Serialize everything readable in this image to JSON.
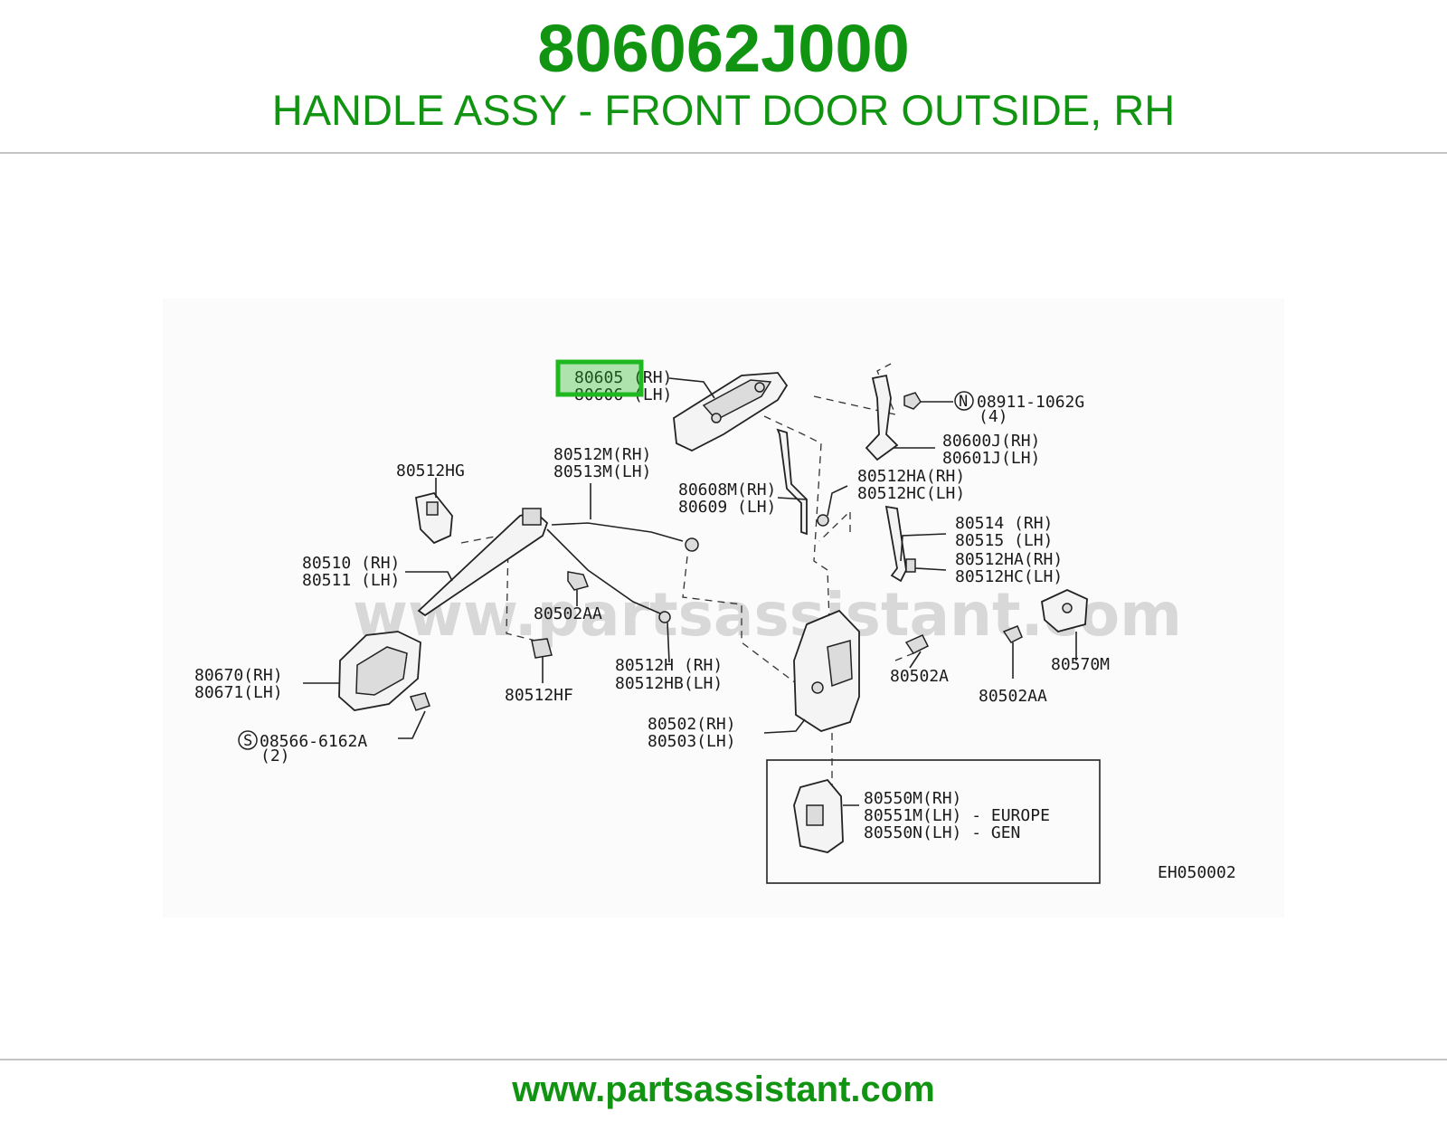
{
  "header": {
    "part_number": "806062J000",
    "description": "HANDLE ASSY - FRONT DOOR OUTSIDE, RH"
  },
  "diagram": {
    "watermark": "www.partsassistant.com",
    "code": "EH050002",
    "highlight_color": "#1fb81f",
    "labels": {
      "l80605": "80605 (RH)",
      "l80606": "80606 (LH)",
      "l08911": "08911-1062G",
      "l08911q": "(4)",
      "l80600J": "80600J(RH)",
      "l80601J": "80601J(LH)",
      "l80512M": "80512M(RH)",
      "l80513M": "80513M(LH)",
      "l80512HG": "80512HG",
      "l80608M": "80608M(RH)",
      "l80609": "80609 (LH)",
      "l80512HA1": "80512HA(RH)",
      "l80512HC1": "80512HC(LH)",
      "l80514": "80514 (RH)",
      "l80515": "80515 (LH)",
      "l80512HA2": "80512HA(RH)",
      "l80512HC2": "80512HC(LH)",
      "l80510": "80510 (RH)",
      "l80511": "80511 (LH)",
      "l80502AA1": "80502AA",
      "l80570M": "80570M",
      "l80670": "80670(RH)",
      "l80671": "80671(LH)",
      "l80512HF": "80512HF",
      "l80512H": "80512H (RH)",
      "l80512HB": "80512HB(LH)",
      "l80502A": "80502A",
      "l80502AA2": "80502AA",
      "l08566": "08566-6162A",
      "l08566q": "(2)",
      "l80502": "80502(RH)",
      "l80503": "80503(LH)",
      "l80550M": "80550M(RH)",
      "l80551M": "80551M(LH) - EUROPE",
      "l80550N": "80550N(LH) - GEN",
      "n_symbol": "N",
      "s_symbol": "S"
    }
  },
  "footer": {
    "url": "www.partsassistant.com"
  }
}
